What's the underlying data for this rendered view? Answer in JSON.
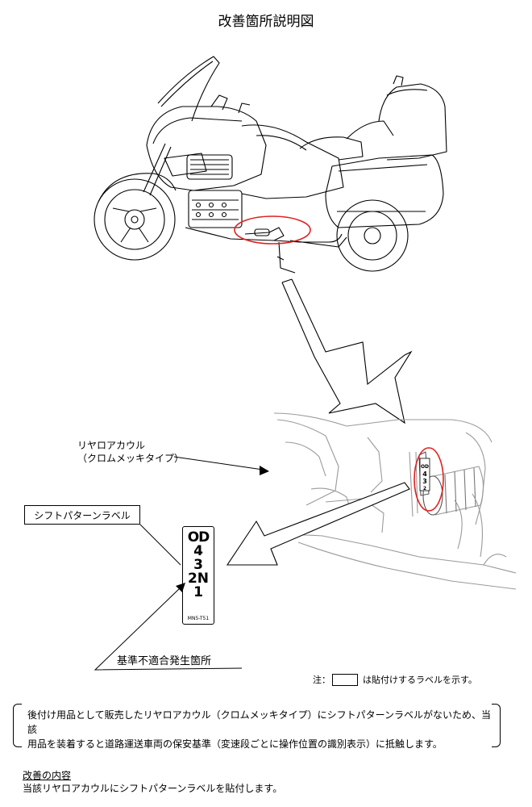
{
  "title": "改善箇所説明図",
  "callouts": {
    "rear_cowl_line1": "リヤロアカウル",
    "rear_cowl_line2": "（クロムメッキタイプ）",
    "shift_pattern_label": "シフトパターンラベル",
    "nonconformity_location": "基準不適合発生箇所"
  },
  "shift_label_card": {
    "line_od": "OD",
    "line_4": "4",
    "line_3": "3",
    "line_2n": "2N",
    "line_1": "1",
    "code": "MN5-T51"
  },
  "legend": {
    "prefix": "注：",
    "suffix": "は貼付けするラベルを示す。"
  },
  "description": {
    "line1": "後付け用品として販売したリヤロアカウル（クロムメッキタイプ）にシフトパターンラベルがないため、当該",
    "line2": "用品を装着すると道路運送車両の保安基準（変速段ごとに操作位置の識別表示）に抵触します。"
  },
  "improvement": {
    "heading": "改善の内容",
    "text": "当該リヤロアカウルにシフトパターンラベルを貼付します。"
  },
  "colors": {
    "highlight_circle": "#e02020",
    "line_art": "#000000",
    "detail_line_art": "#9a9a9a"
  }
}
